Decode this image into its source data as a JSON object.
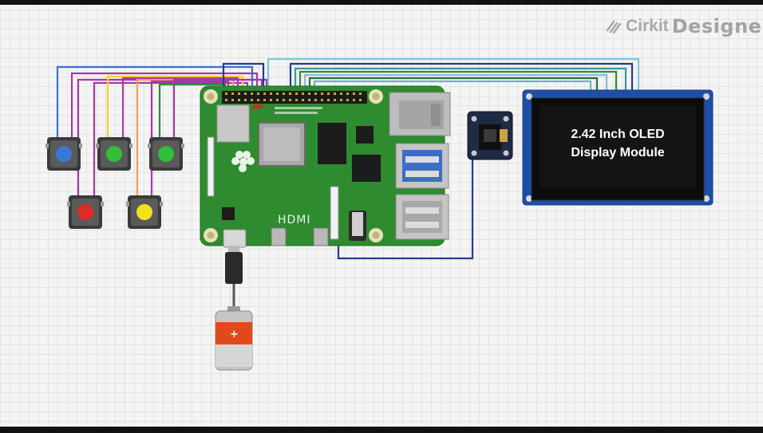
{
  "brand": {
    "word1": "Cirkit",
    "word2": "Designer"
  },
  "board": {
    "hdmi_label": "HDMI"
  },
  "oled": {
    "line1": "2.42 Inch OLED",
    "line2": "Display Module"
  },
  "colors": {
    "board_green": "#2e8b30",
    "wire_blue": "#3b6fd6",
    "wire_magenta": "#a23aa8",
    "wire_yellow": "#f2d230",
    "wire_orange": "#f0a050",
    "wire_green": "#2e8a3a",
    "wire_navy": "#283a8a",
    "wire_cyan": "#7dc8d8"
  },
  "buttons": [
    {
      "name": "button-blue",
      "cap": "#3a78d8"
    },
    {
      "name": "button-green-1",
      "cap": "#2fbf3a"
    },
    {
      "name": "button-green-2",
      "cap": "#2fbf3a"
    },
    {
      "name": "button-red",
      "cap": "#e02a2a"
    },
    {
      "name": "button-yellow",
      "cap": "#f2e21c"
    }
  ]
}
